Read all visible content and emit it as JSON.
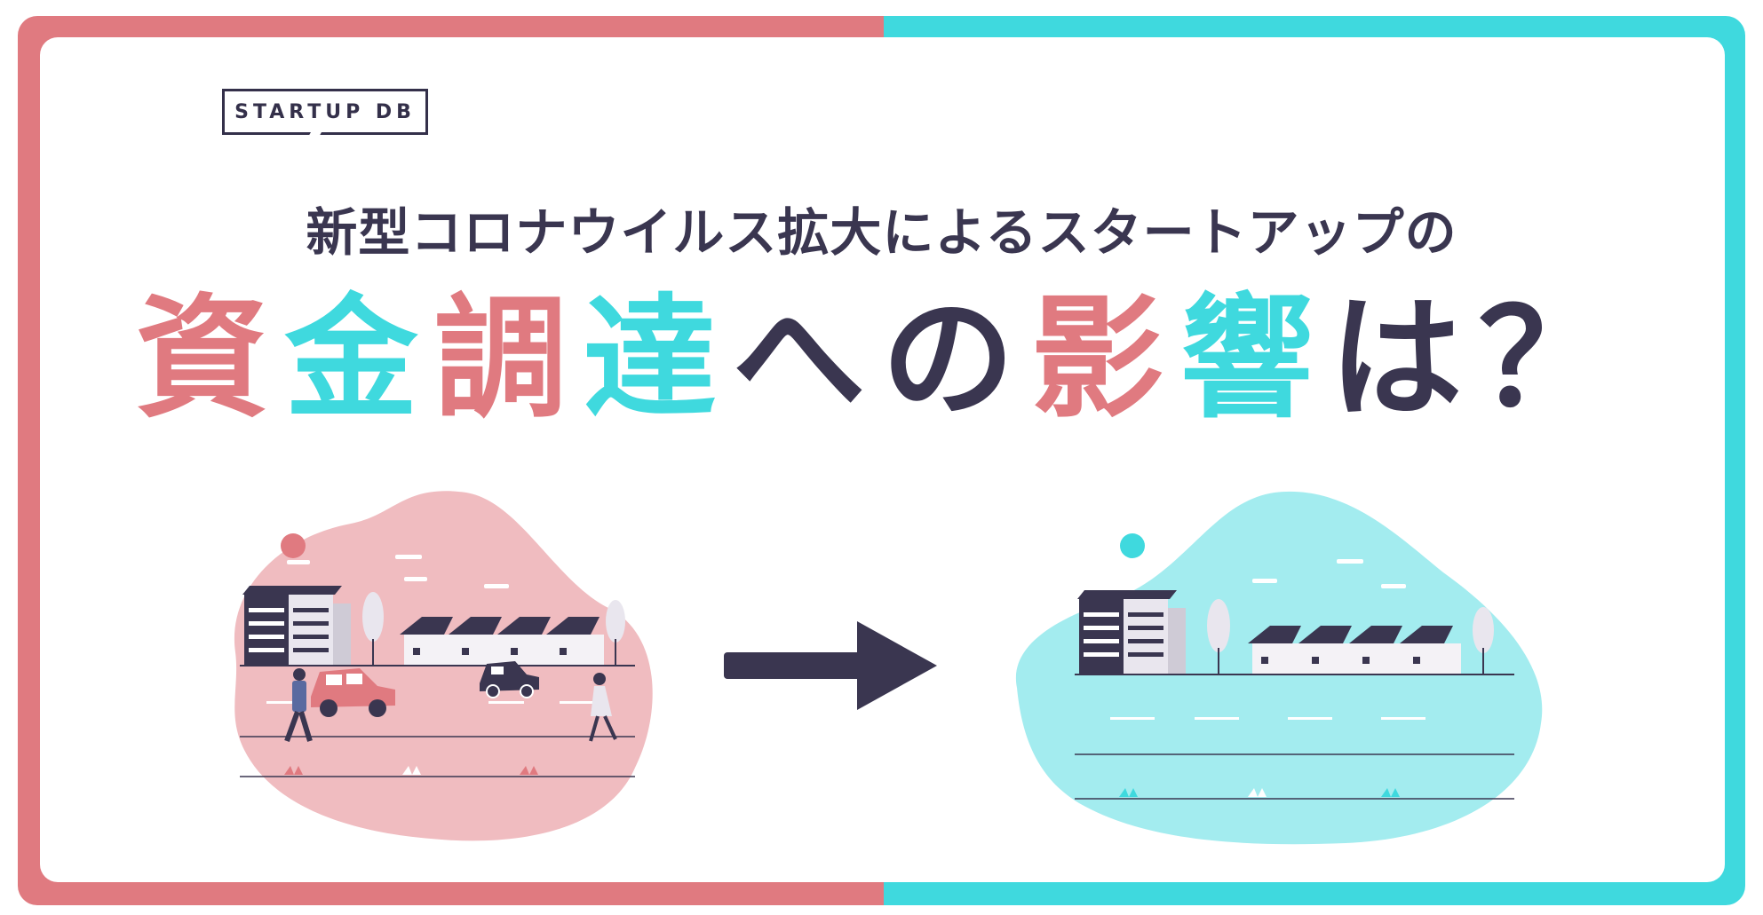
{
  "brand": {
    "logo_text": "STARTUP DB"
  },
  "header": {
    "subtitle": "新型コロナウイルス拡大によるスタートアップの",
    "headline": [
      {
        "text": "資",
        "color": "pink"
      },
      {
        "text": "金",
        "color": "cyan"
      },
      {
        "text": "調",
        "color": "pink"
      },
      {
        "text": "達",
        "color": "cyan"
      },
      {
        "text": "への",
        "color": "dark"
      },
      {
        "text": "影",
        "color": "pink"
      },
      {
        "text": "響",
        "color": "cyan"
      },
      {
        "text": "は？",
        "color": "dark"
      }
    ]
  },
  "colors": {
    "pink": "#e07a80",
    "cyan": "#3fd9de",
    "dark": "#3a3650",
    "pink_blob": "#f0bcc0",
    "cyan_blob": "#a3ecef"
  },
  "illustrations": {
    "before": "busy-street-with-people-and-cars",
    "after": "empty-street",
    "connector": "right-arrow-icon"
  }
}
